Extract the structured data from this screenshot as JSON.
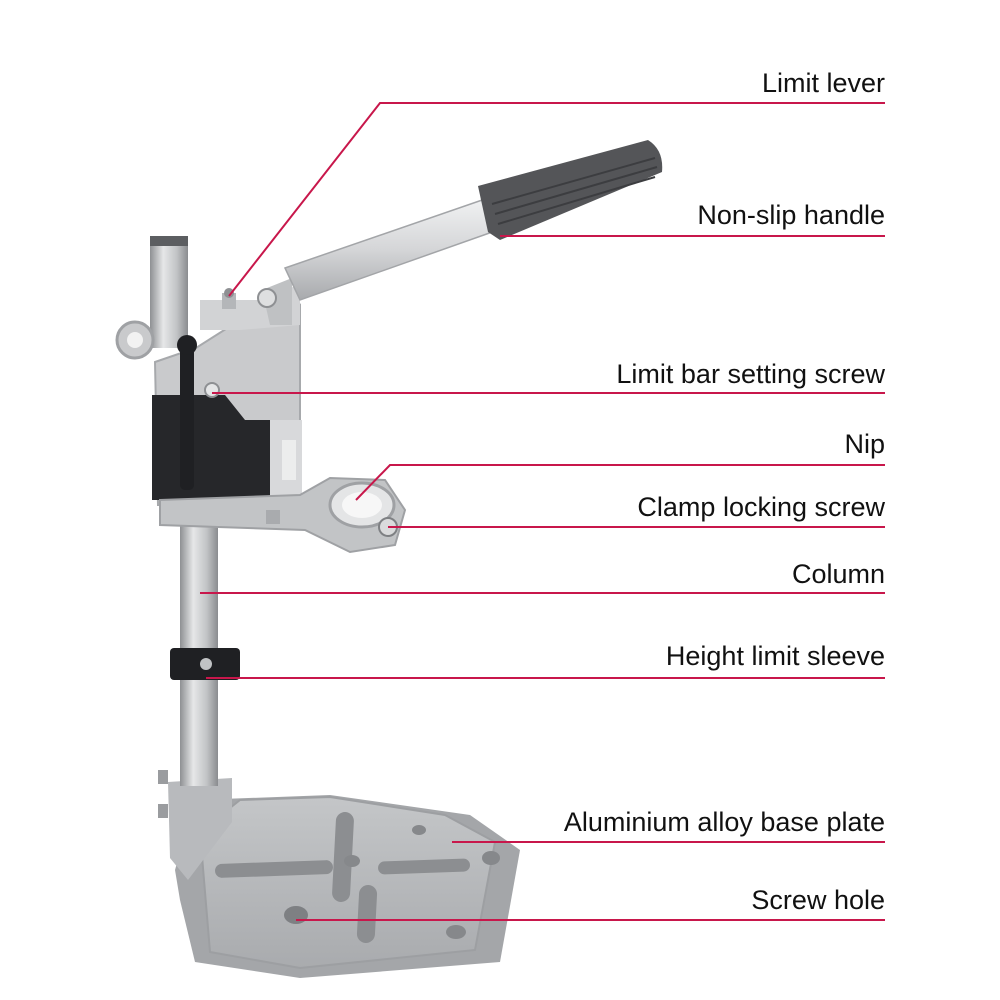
{
  "colors": {
    "leader": "#c8174b",
    "aluminium": "#c9cacc",
    "aluminium_dark": "#9fa1a4",
    "rubber": "#555658",
    "black": "#1e1f22"
  },
  "labels": {
    "limit_lever": "Limit lever",
    "non_slip_handle": "Non-slip handle",
    "limit_bar_setting_screw": "Limit bar setting screw",
    "nip": "Nip",
    "clamp_locking_screw": "Clamp locking screw",
    "column": "Column",
    "height_limit_sleeve": "Height limit sleeve",
    "base_plate": "Aluminium alloy base plate",
    "screw_hole": "Screw hole"
  }
}
